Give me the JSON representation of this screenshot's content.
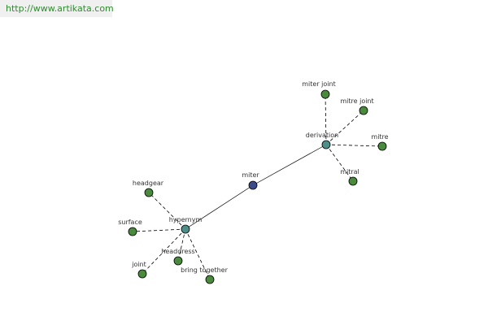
{
  "site": {
    "url": "http://www.artikata.com"
  },
  "colors": {
    "center_node": "#3c4a8c",
    "hub_node": "#4f8f8a",
    "leaf_node": "#4a8a3c"
  },
  "graph": {
    "center": {
      "label": "miter"
    },
    "hubs": [
      {
        "id": "derivation",
        "label": "derivation"
      },
      {
        "id": "hypernym",
        "label": "hypernym"
      }
    ],
    "leaves": [
      {
        "hub": "derivation",
        "label": "miter joint"
      },
      {
        "hub": "derivation",
        "label": "mitre joint"
      },
      {
        "hub": "derivation",
        "label": "mitre"
      },
      {
        "hub": "derivation",
        "label": "mitral"
      },
      {
        "hub": "hypernym",
        "label": "headgear"
      },
      {
        "hub": "hypernym",
        "label": "surface"
      },
      {
        "hub": "hypernym",
        "label": "headdress"
      },
      {
        "hub": "hypernym",
        "label": "joint"
      },
      {
        "hub": "hypernym",
        "label": "bring together"
      }
    ]
  }
}
